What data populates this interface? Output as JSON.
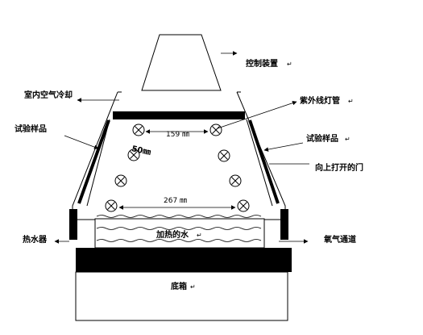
{
  "labels": {
    "control_device": "控制装置",
    "indoor_air_cooling": "室内空气冷却",
    "uv_lamp_tube": "紫外线灯管",
    "sample_left": "试验样品",
    "sample_right": "试验样品",
    "door_opens_up": "向上打开的门",
    "heated_water": "加热的水",
    "water_heater": "热水器",
    "oxygen_channel": "氧气通道",
    "base_box": "底箱",
    "dim_159": "159 ㎜",
    "dim_267": "267 ㎜",
    "dim_50": "50㎜"
  },
  "paragraph_mark": "↵"
}
